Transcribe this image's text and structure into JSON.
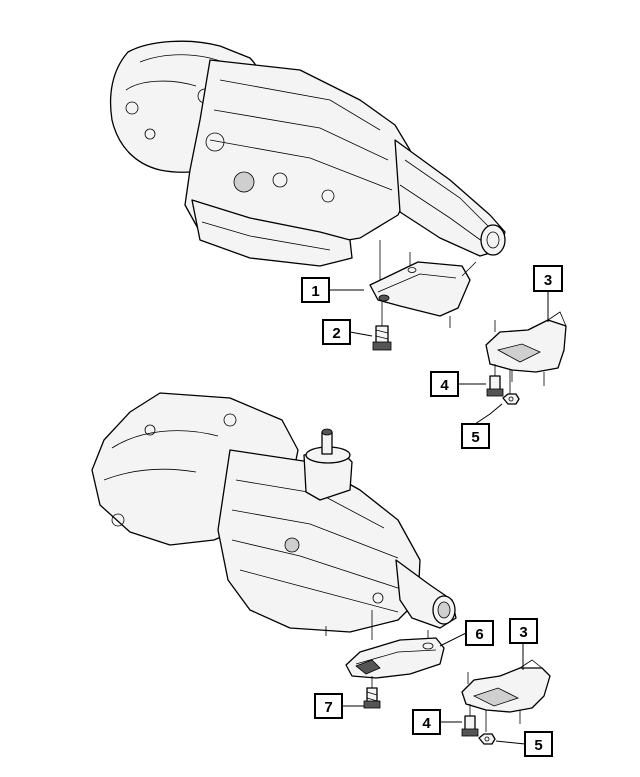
{
  "callouts": [
    {
      "label": "1"
    },
    {
      "label": "2"
    },
    {
      "label": "3"
    },
    {
      "label": "4"
    },
    {
      "label": "5"
    },
    {
      "label": "6"
    },
    {
      "label": "3"
    },
    {
      "label": "7"
    },
    {
      "label": "4"
    },
    {
      "label": "5"
    }
  ]
}
